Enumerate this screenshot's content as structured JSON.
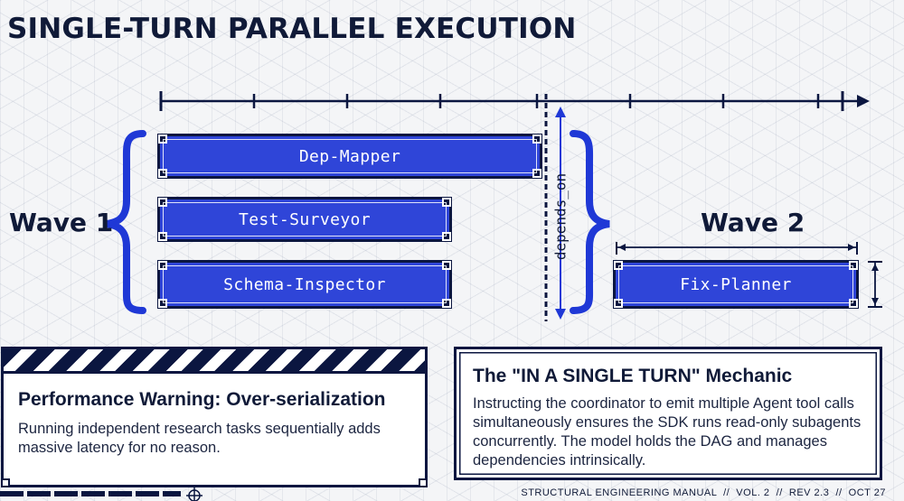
{
  "title": "SINGLE-TURN PARALLEL EXECUTION",
  "diagram": {
    "wave1_label": "Wave 1",
    "wave2_label": "Wave 2",
    "dependency_label": "depends_on",
    "wave1_agents": [
      "Dep-Mapper",
      "Test-Surveyor",
      "Schema-Inspector"
    ],
    "wave2_agents": [
      "Fix-Planner"
    ],
    "colors": {
      "bar_fill": "#2f45d8",
      "ink": "#0b1640",
      "background": "#f4f5f7"
    }
  },
  "warning": {
    "title": "Performance Warning: Over-serialization",
    "body": "Running independent research tasks sequentially adds massive latency for no reason."
  },
  "mechanic": {
    "title": "The \"IN A SINGLE TURN\" Mechanic",
    "body": "Instructing the coordinator to emit multiple Agent tool calls simultaneously ensures the SDK runs read-only subagents concurrently. The model holds the DAG and manages dependencies intrinsically."
  },
  "footer": {
    "text": "STRUCTURAL ENGINEERING MANUAL  //  VOL. 2  //  REV 2.3  //  OCT 27",
    "icon": "compass-icon"
  }
}
